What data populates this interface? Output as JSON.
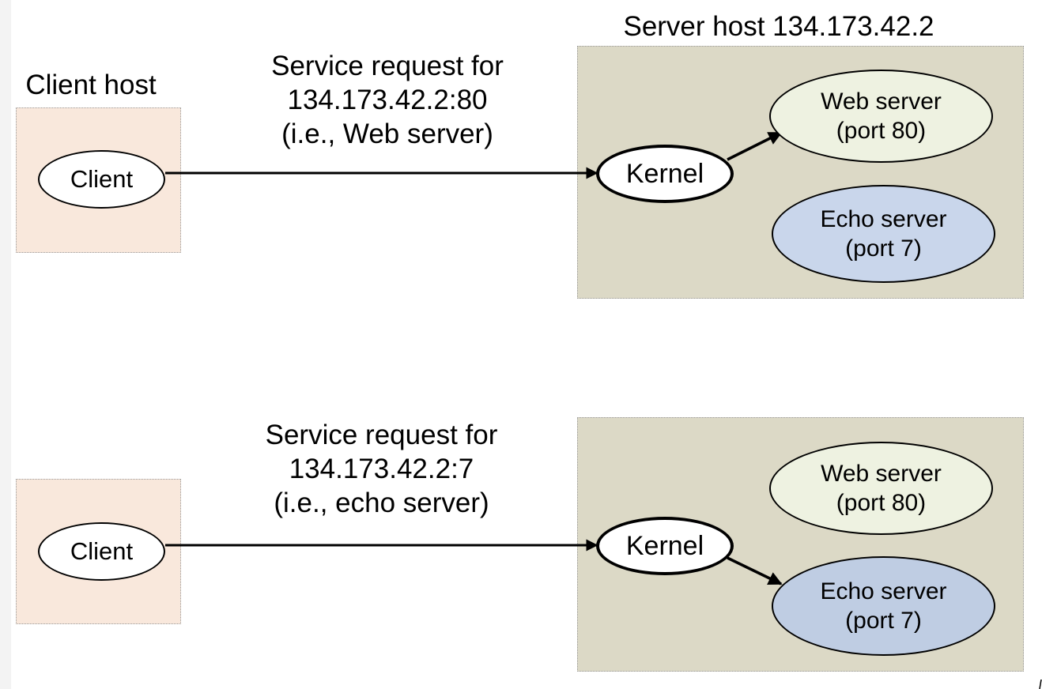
{
  "top": {
    "server_host_label": "Server host 134.173.42.2",
    "client_host_label": "Client host",
    "request_lines": [
      "Service request for",
      "134.173.42.2:80",
      "(i.e., Web server)"
    ],
    "client": "Client",
    "kernel": "Kernel",
    "web_server": [
      "Web server",
      "(port 80)"
    ],
    "echo_server": [
      "Echo server",
      "(port 7)"
    ],
    "routed_to": "web-server"
  },
  "bottom": {
    "request_lines": [
      "Service request for",
      "134.173.42.2:7",
      "(i.e., echo server)"
    ],
    "client": "Client",
    "kernel": "Kernel",
    "web_server": [
      "Web server",
      "(port 80)"
    ],
    "echo_server": [
      "Echo server",
      "(port 7)"
    ],
    "routed_to": "echo-server"
  },
  "colors": {
    "client_host_fill": "#f9e8dc",
    "server_host_fill": "#dcd9c6",
    "web_server_fill": "#eef2e1",
    "echo_server_fill": "#c9d6eb",
    "edge": "#000000"
  }
}
